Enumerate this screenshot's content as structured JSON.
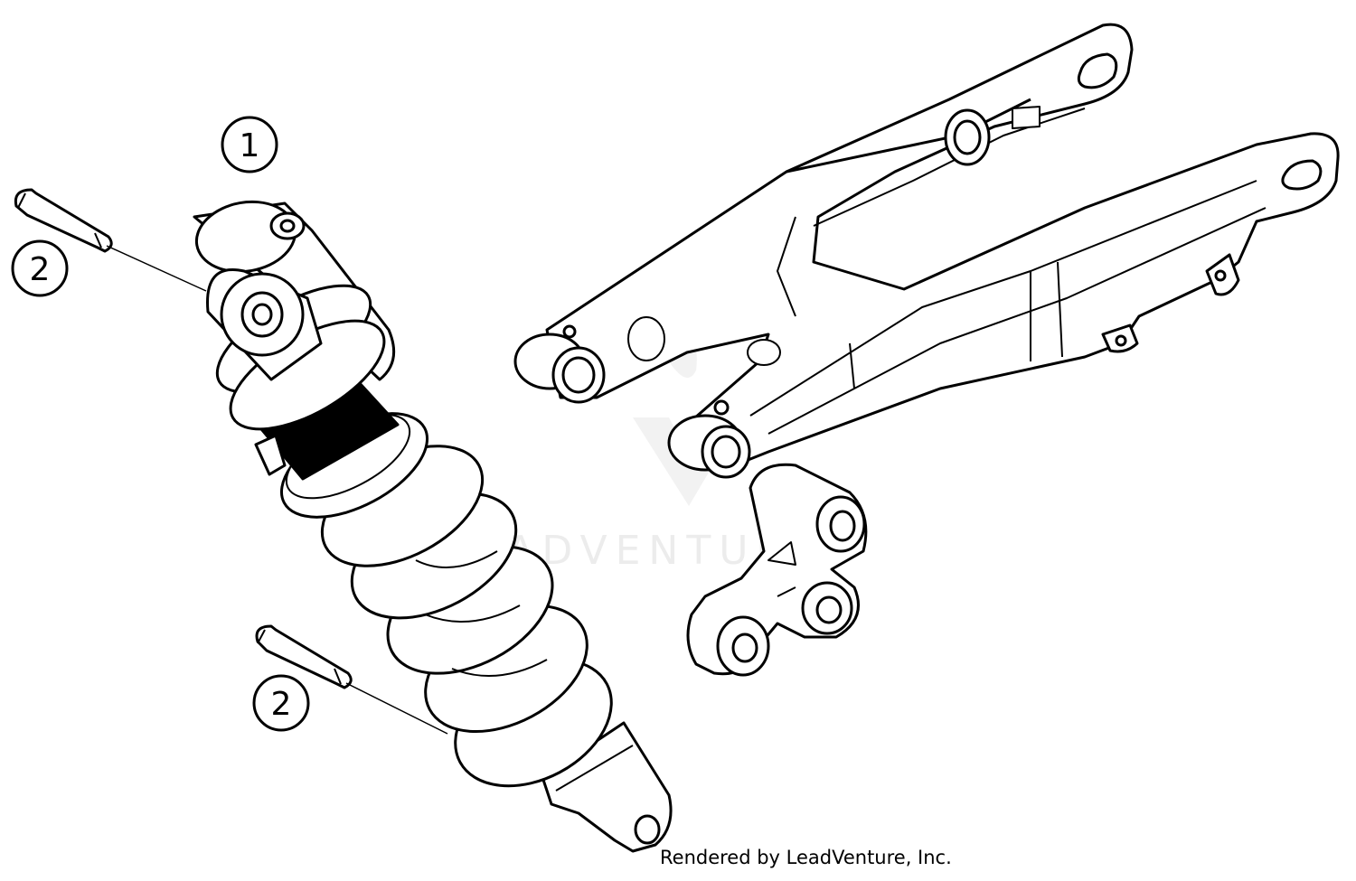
{
  "callouts": {
    "shock_absorber": "1",
    "upper_bolt": "2",
    "lower_bolt": "2"
  },
  "watermark": {
    "text": "LEADVENTURE"
  },
  "footer": {
    "credit": "Rendered by LeadVenture, Inc."
  },
  "colors": {
    "line": "#000000",
    "fill": "#ffffff",
    "watermark": "#ececec"
  }
}
